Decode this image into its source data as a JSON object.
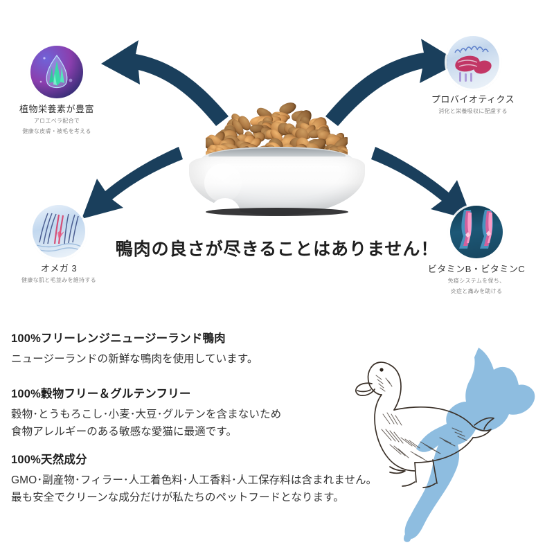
{
  "benefits": [
    {
      "id": "phyto",
      "icon": "leaf-droplet-icon",
      "title": "植物栄養素が豊富",
      "sub1": "アロエベラ配合で",
      "sub2": "健康な皮膚・被毛を考える"
    },
    {
      "id": "probiotics",
      "icon": "probiotics-bacteria-icon",
      "title": "プロバイオティクス",
      "sub1": "消化と栄養吸収に配慮する",
      "sub2": ""
    },
    {
      "id": "omega",
      "icon": "fur-strands-icon",
      "title": "オメガ 3",
      "sub1": "健康な肌と毛並みを維持する",
      "sub2": ""
    },
    {
      "id": "vitamins",
      "icon": "joint-bones-icon",
      "title": "ビタミンB・ビタミンC",
      "sub1": "免疫システムを保ち、",
      "sub2": "炎症と痛みを助ける"
    }
  ],
  "headline": "鴨肉の良さが尽きることはありません！",
  "bowl": {
    "product_name": "pet-food-bowl",
    "kibble_label": "duck-kibble"
  },
  "copy_blocks": [
    {
      "heading": "100%フリーレンジニュージーランド鴨肉",
      "lines": [
        "ニュージーランドの新鮮な鴨肉を使用しています。"
      ]
    },
    {
      "heading": "100%穀物フリー＆グルテンフリー",
      "lines": [
        "穀物･とうもろこし･小麦･大豆･グルテンを含まないため",
        "食物アレルギーのある敏感な愛猫に最適です。"
      ]
    },
    {
      "heading": "100%天然成分",
      "lines": [
        "GMO･副産物･フィラー･人工着色料･人工香料･人工保存料は含まれません。",
        "最も安全でクリーンな成分だけが私たちのペットフードとなります。"
      ]
    }
  ],
  "artwork": {
    "map_label": "new-zealand-map",
    "duck_label": "duck-sketch"
  },
  "colors": {
    "arrow": "#1a3f5c",
    "map_blue": "#8ebde0",
    "heading_text": "#1e1e1e",
    "body_text": "#333333",
    "sub_text": "#8a8a8a"
  }
}
